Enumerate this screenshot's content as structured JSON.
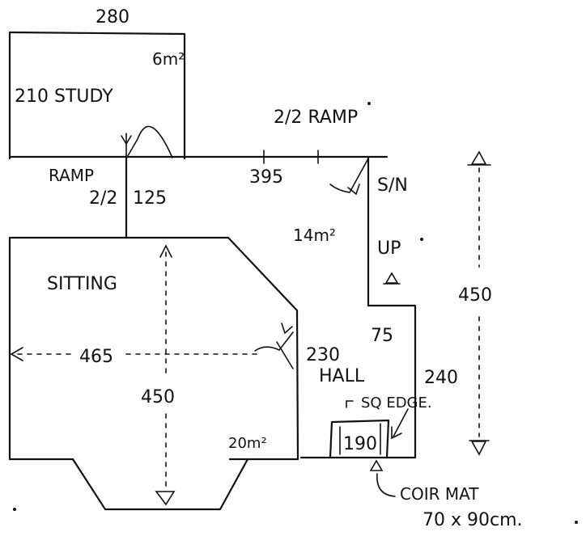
{
  "labels": {
    "top_width": "280",
    "study": "210 STUDY",
    "study_area": "6m²",
    "ramp_top": "2/2 RAMP",
    "ramp_left": "RAMP",
    "ramp_ratio": "2/2",
    "passage_width": "125",
    "corridor_length": "395",
    "sn": "S/N",
    "corridor_area": "14m²",
    "up": "UP",
    "right_height": "450",
    "sitting": "SITTING",
    "sitting_width": "465",
    "sitting_depth": "450",
    "bay_side": "230",
    "hall": "HALL",
    "hall_width": "75",
    "hall_length": "240",
    "sq_edge": "SQ EDGE.",
    "mat_width": "190",
    "sitting_area": "20m²",
    "coir_mat": "COIR MAT",
    "mat_size": "70 x 90cm."
  }
}
